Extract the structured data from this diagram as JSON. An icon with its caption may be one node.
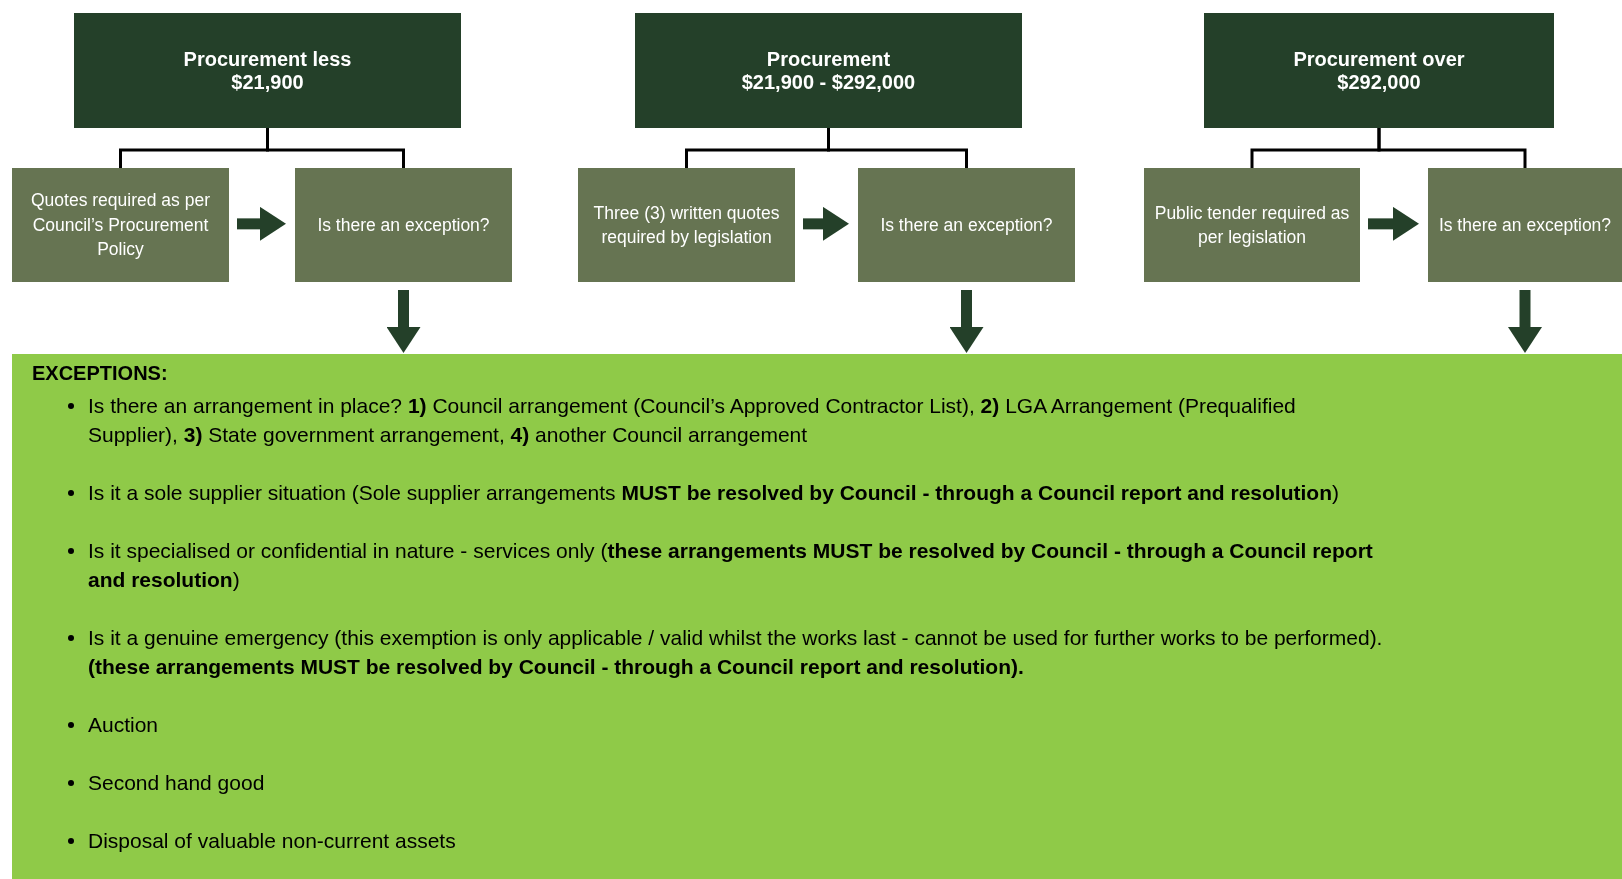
{
  "diagram": {
    "nodes": [
      {
        "text": [
          "Procurement less $21,900"
        ]
      },
      {
        "text": [
          "Quotes required as per Council’s Procurement Policy"
        ]
      },
      {
        "text": [
          "Is there an exception?"
        ]
      },
      {
        "text": [
          "Procurement $21,900 - $292,000"
        ]
      },
      {
        "text": [
          "Three (3) written quotes required by legislation"
        ]
      },
      {
        "text": [
          "Is there an exception?"
        ]
      },
      {
        "text": [
          "Procurement over $292,000"
        ]
      },
      {
        "text": [
          "Public tender required as per legislation"
        ]
      },
      {
        "text": [
          "Is there an exception?"
        ]
      },
      {
        "text": [
          "EXCEPTIONS:",
          "Is there an arrangement in place? **1)** Council arrangement (Council’s Approved Contractor List), **2)** LGA Arrangement (Prequalified Supplier), **3)** State government arrangement, **4)** another Council arrangement",
          "Is it a sole supplier situation (Sole supplier arrangements **MUST be resolved by Council - through a Council report and resolution**)",
          "Is it specialised or confidential in nature - services only (**these arrangements MUST be resolved by Council - through a Council report and resolution**)",
          "Is it a genuine emergency (this exemption is only applicable / valid whilst the works last - cannot be used for further works to be performed). **(these arrangements MUST be resolved by Council - through a Council report and resolution).**",
          "Auction",
          "Second hand good",
          "Disposal of valuable non-current assets"
        ]
      }
    ],
    "edges": [
      {
        "from": 0,
        "to": 1,
        "arrow": "none"
      },
      {
        "from": 0,
        "to": 2,
        "arrow": "none"
      },
      {
        "from": 1,
        "to": 2,
        "arrow": "to",
        "style": "thick"
      },
      {
        "from": 2,
        "to": 9,
        "arrow": "to",
        "style": "thick"
      },
      {
        "from": 3,
        "to": 4,
        "arrow": "none"
      },
      {
        "from": 3,
        "to": 5,
        "arrow": "none"
      },
      {
        "from": 4,
        "to": 5,
        "arrow": "to",
        "style": "thick"
      },
      {
        "from": 5,
        "to": 9,
        "arrow": "to",
        "style": "thick"
      },
      {
        "from": 6,
        "to": 7,
        "arrow": "none"
      },
      {
        "from": 6,
        "to": 8,
        "arrow": "none"
      },
      {
        "from": 7,
        "to": 8,
        "arrow": "to",
        "style": "thick"
      },
      {
        "from": 8,
        "to": 9,
        "arrow": "to",
        "style": "thick"
      }
    ]
  }
}
